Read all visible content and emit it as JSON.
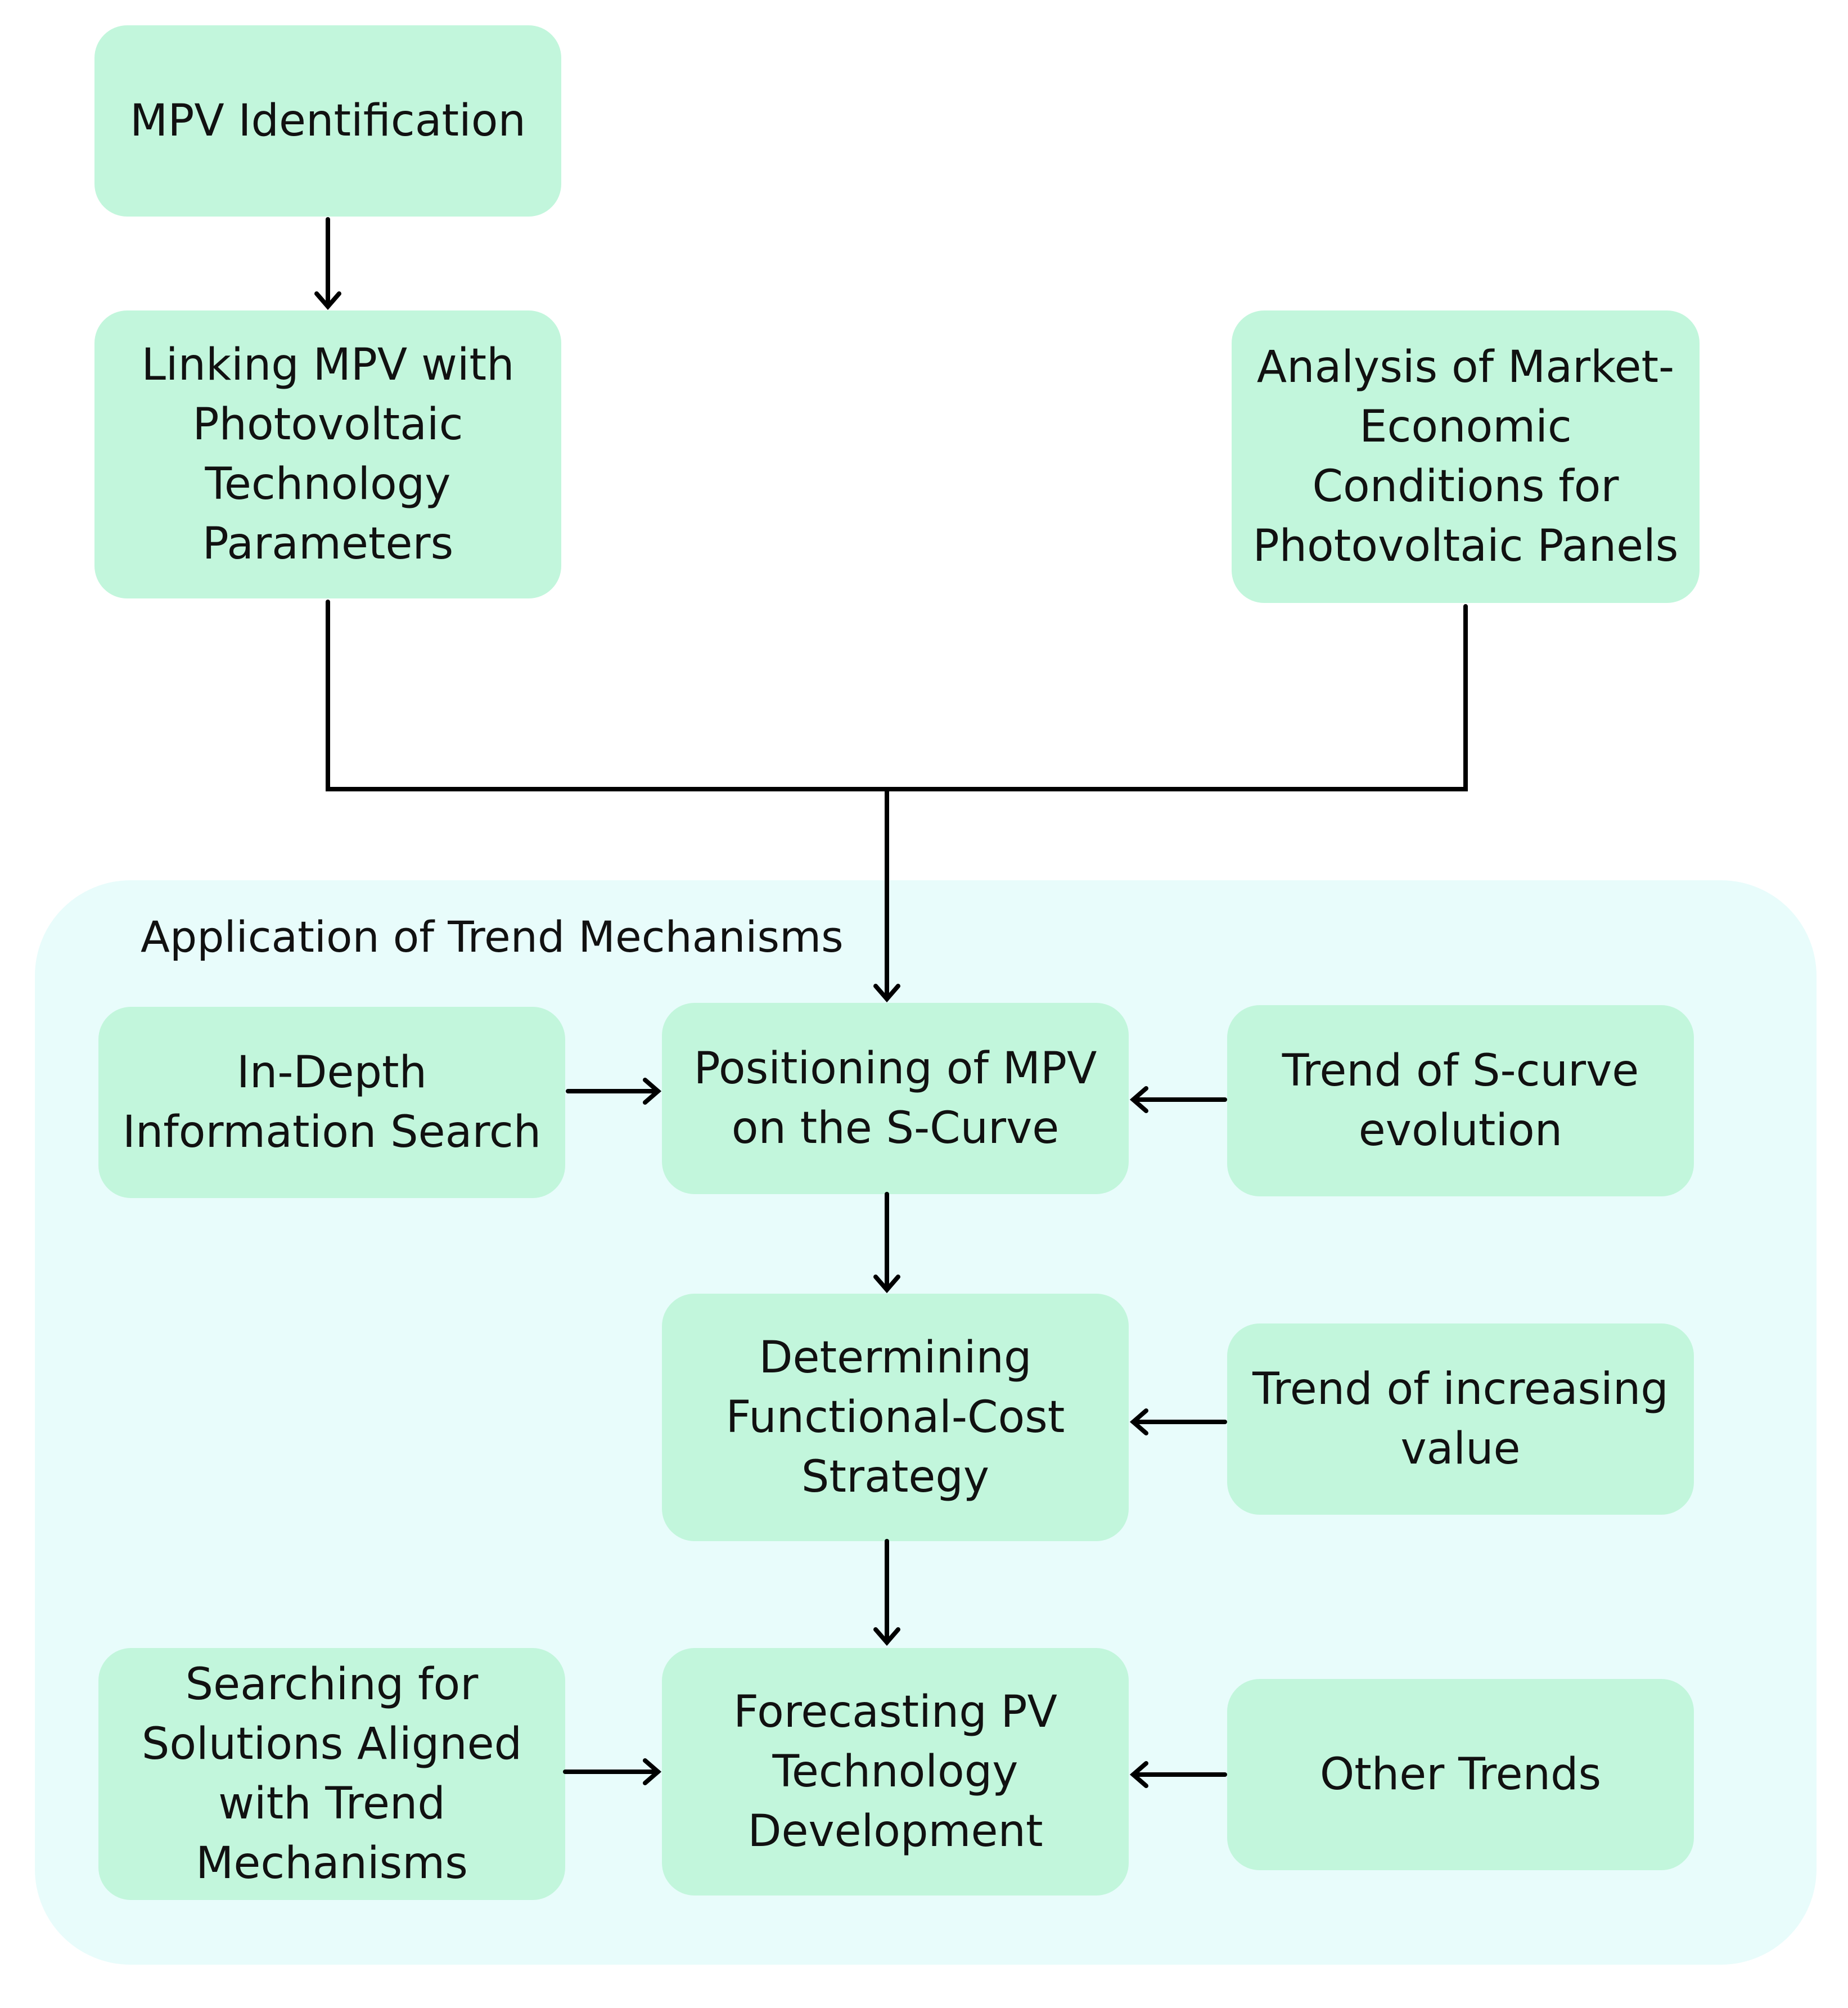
{
  "diagram": {
    "region_title": "Application of Trend Mechanisms",
    "nodes": {
      "mpv_identification": "MPV Identification",
      "linking": [
        "Linking MPV with",
        "Photovoltaic",
        "Technology",
        "Parameters"
      ],
      "market_analysis": [
        "Analysis of Market-",
        "Economic",
        "Conditions for",
        "Photovoltaic Panels"
      ],
      "in_depth_search": [
        "In-Depth",
        "Information Search"
      ],
      "positioning": [
        "Positioning of MPV",
        "on the S-Curve"
      ],
      "s_curve_trend": [
        "Trend of S-curve",
        "evolution"
      ],
      "determining": [
        "Determining",
        "Functional-Cost",
        "Strategy"
      ],
      "increasing_value": [
        "Trend of increasing",
        "value"
      ],
      "searching": [
        "Searching for",
        "Solutions Aligned",
        "with Trend",
        "Mechanisms"
      ],
      "forecasting": [
        "Forecasting PV",
        "Technology",
        "Development"
      ],
      "other_trends": "Other Trends"
    }
  }
}
